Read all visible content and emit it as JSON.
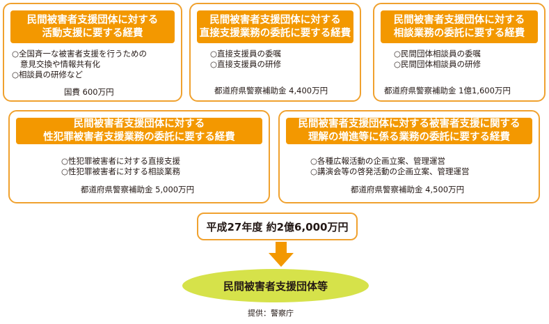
{
  "cards": [
    {
      "title_lines": [
        "民間被害者支援団体に対する",
        "活動支援に要する経費"
      ],
      "items": [
        [
          "○全国斉一な被害者支援を行うための",
          "意見交換や情報共有化"
        ],
        [
          "○相談員の研修など"
        ]
      ],
      "fund": "国費 600万円"
    },
    {
      "title_lines": [
        "民間被害者支援団体に対する",
        "直接支援業務の委託に要する経費"
      ],
      "items": [
        [
          "○直接支援員の委嘱"
        ],
        [
          "○直接支援員の研修"
        ]
      ],
      "fund": "都道府県警察補助金 4,400万円"
    },
    {
      "title_lines": [
        "民間被害者支援団体に対する",
        "相談業務の委託に要する経費"
      ],
      "items": [
        [
          "○民間団体相談員の委嘱"
        ],
        [
          "○民間団体相談員の研修"
        ]
      ],
      "fund": "都道府県警察補助金 1億1,600万円"
    },
    {
      "title_lines": [
        "民間被害者支援団体に対する",
        "性犯罪被害者支援業務の委託に要する経費"
      ],
      "items": [
        [
          "○性犯罪被害者に対する直接支援"
        ],
        [
          "○性犯罪被害者に対する相談業務"
        ]
      ],
      "fund": "都道府県警察補助金 5,000万円"
    },
    {
      "title_lines": [
        "民間被害者支援団体に対する被害者支援に関する",
        "理解の増進等に係る業務の委託に要する経費"
      ],
      "items": [
        [
          "○各種広報活動の企画立案、管理運営"
        ],
        [
          "○講演会等の啓発活動の企画立案、管理運営"
        ]
      ],
      "fund": "都道府県警察補助金 4,500万円"
    }
  ],
  "total": "平成27年度 約2億6,000万円",
  "target": "民間被害者支援団体等",
  "source": "提供：警察庁",
  "colors": {
    "orange": "#f39800",
    "border": "#f0a12e",
    "green": "#d6e24a",
    "text": "#231815"
  }
}
